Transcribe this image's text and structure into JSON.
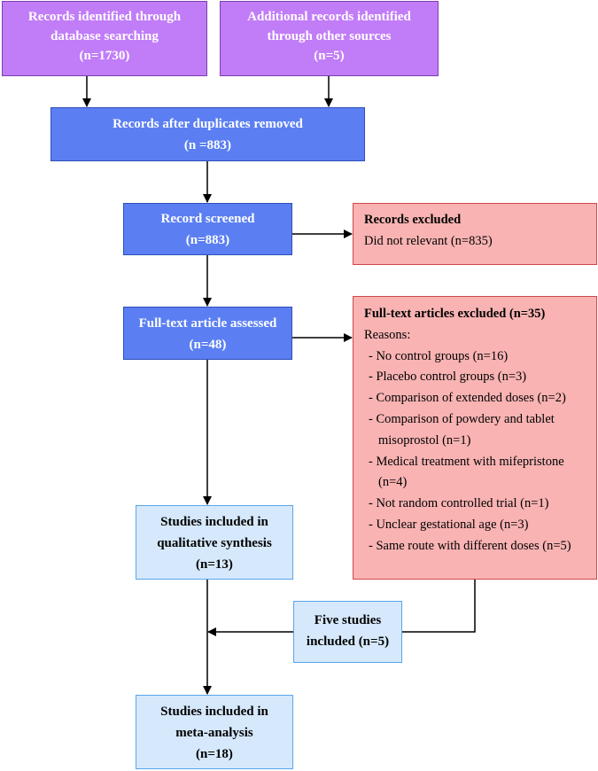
{
  "boxes": {
    "database": {
      "line1": "Records identified through",
      "line2": "database searching",
      "line3": "(n=1730)"
    },
    "additional": {
      "line1": "Additional records identified",
      "line2": "through other sources",
      "line3": "(n=5)"
    },
    "duplicates": {
      "line1": "Records after duplicates removed",
      "line2": "(n =883)"
    },
    "screened": {
      "line1": "Record screened",
      "line2": "(n=883)"
    },
    "excluded": {
      "title": "Records excluded",
      "line1": "Did not relevant (n=835)"
    },
    "fulltext": {
      "line1": "Full-text article assessed",
      "line2": "(n=48)"
    },
    "fulltext_excluded": {
      "title": "Full-text articles excluded (n=35)",
      "reasons_label": "Reasons:",
      "items": [
        "- No control groups (n=16)",
        "- Placebo control groups (n=3)",
        "- Comparison of extended doses (n=2)",
        "- Comparison of powdery and tablet misoprostol (n=1)",
        "- Medical treatment with mifepristone (n=4)",
        "- Not random controlled trial (n=1)",
        "- Unclear gestational age (n=3)",
        "- Same route with different doses (n=5)"
      ]
    },
    "qualitative": {
      "line1": "Studies included in",
      "line2": "qualitative synthesis",
      "line3": "(n=13)"
    },
    "five": {
      "line1": "Five studies",
      "line2": "included (n=5)"
    },
    "meta": {
      "line1": "Studies included in",
      "line2": "meta-analysis",
      "line3": "(n=18)"
    }
  },
  "colors": {
    "identification": "#c17cf8",
    "screening": "#5b7ff2",
    "excluded": "#f9b3b3",
    "included": "#d6e8fb"
  }
}
